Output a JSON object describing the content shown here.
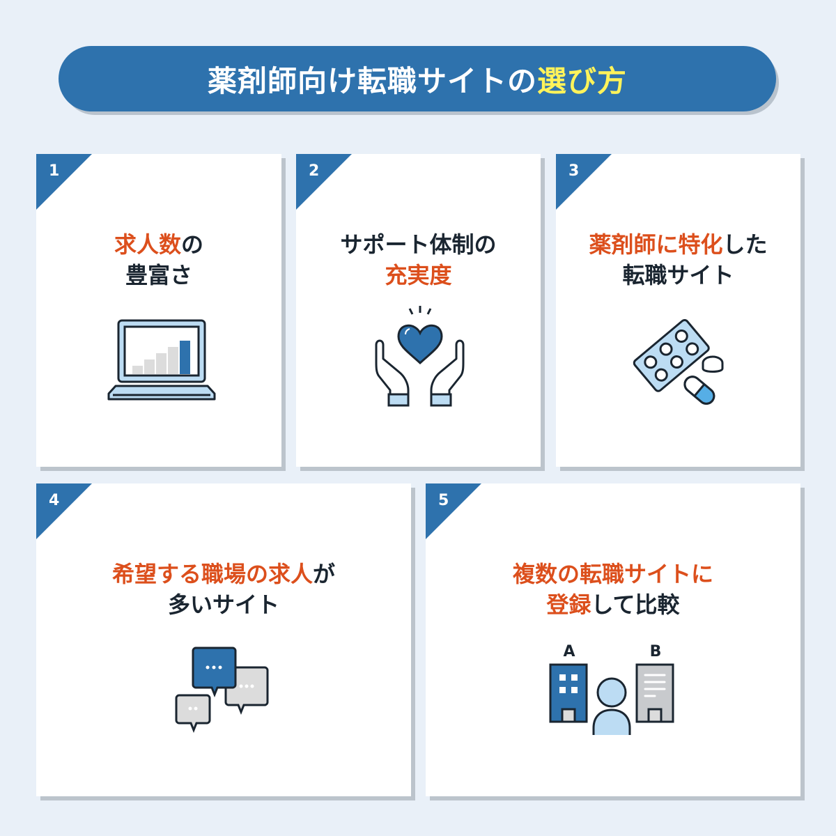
{
  "header": {
    "title_main": "薬剤師向け転職サイトの",
    "title_highlight": "選び方"
  },
  "colors": {
    "background": "#e9f0f8",
    "banner": "#2e72ad",
    "highlight": "#fff35a",
    "accent_orange": "#dc4f1c",
    "text_dark": "#1a2530",
    "icon_light_blue": "#bcdcf3"
  },
  "cards": [
    {
      "number": "1",
      "line1_orange": "求人数",
      "line1_dark": "の",
      "line2_orange": "",
      "line2_dark": "豊富さ",
      "icon": "laptop-chart-icon"
    },
    {
      "number": "2",
      "line1_orange": "",
      "line1_dark": "サポート体制の",
      "line2_orange": "充実度",
      "line2_dark": "",
      "icon": "hands-heart-icon"
    },
    {
      "number": "3",
      "line1_orange": "薬剤師に特化",
      "line1_dark": "した",
      "line2_orange": "",
      "line2_dark": "転職サイト",
      "icon": "medicine-pills-icon"
    },
    {
      "number": "4",
      "line1_orange": "希望する職場の求人",
      "line1_dark": "が",
      "line2_orange": "",
      "line2_dark": "多いサイト",
      "icon": "chat-bubbles-icon"
    },
    {
      "number": "5",
      "line1_orange": "複数の転職サイトに",
      "line1_dark": "",
      "line2_orange": "登録",
      "line2_dark": "して比較",
      "icon": "compare-buildings-icon",
      "label_a": "A",
      "label_b": "B"
    }
  ]
}
